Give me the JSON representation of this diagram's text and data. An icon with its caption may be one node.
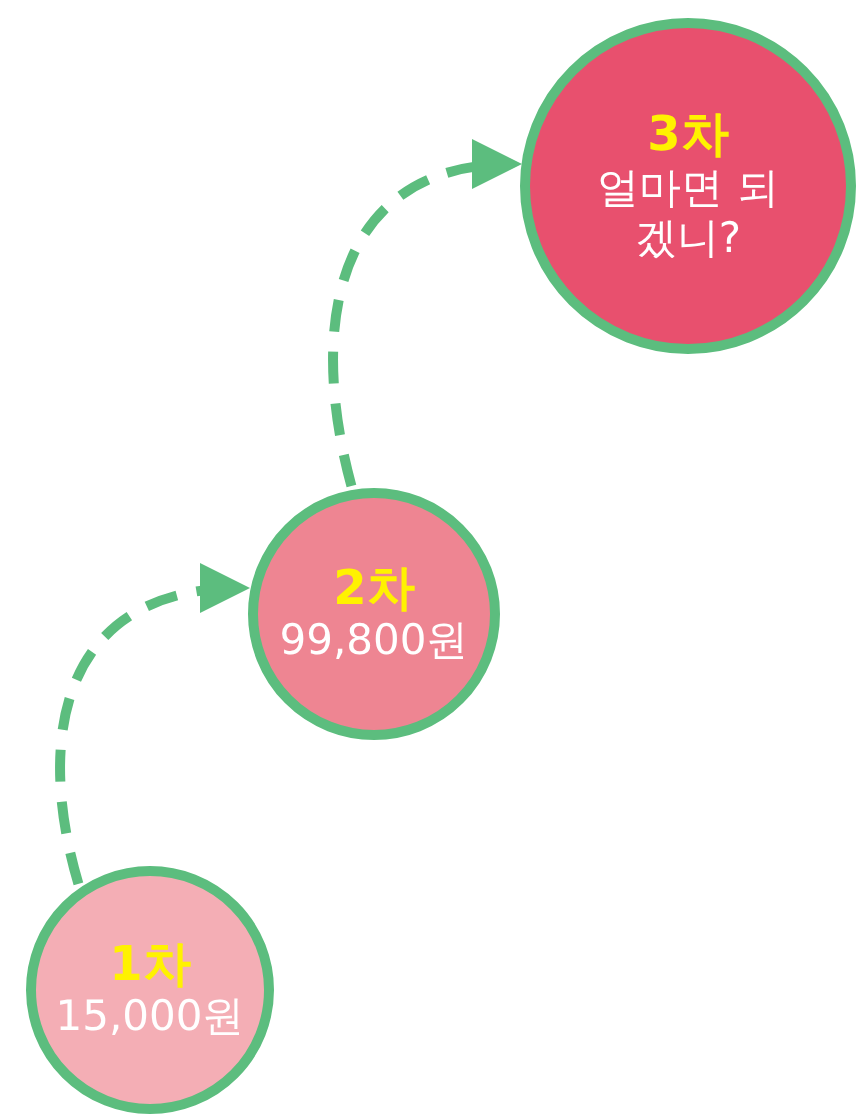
{
  "diagram": {
    "nodes": [
      {
        "text": [
          "1차",
          "15,000원"
        ]
      },
      {
        "text": [
          "2차",
          "99,800원"
        ]
      },
      {
        "text": [
          "3차",
          "얼마면 되겠니?"
        ]
      }
    ],
    "edges": [
      {
        "from": 0,
        "to": 1,
        "arrow": "to",
        "style": "dashed"
      },
      {
        "from": 1,
        "to": 2,
        "arrow": "to",
        "style": "dashed"
      }
    ]
  }
}
